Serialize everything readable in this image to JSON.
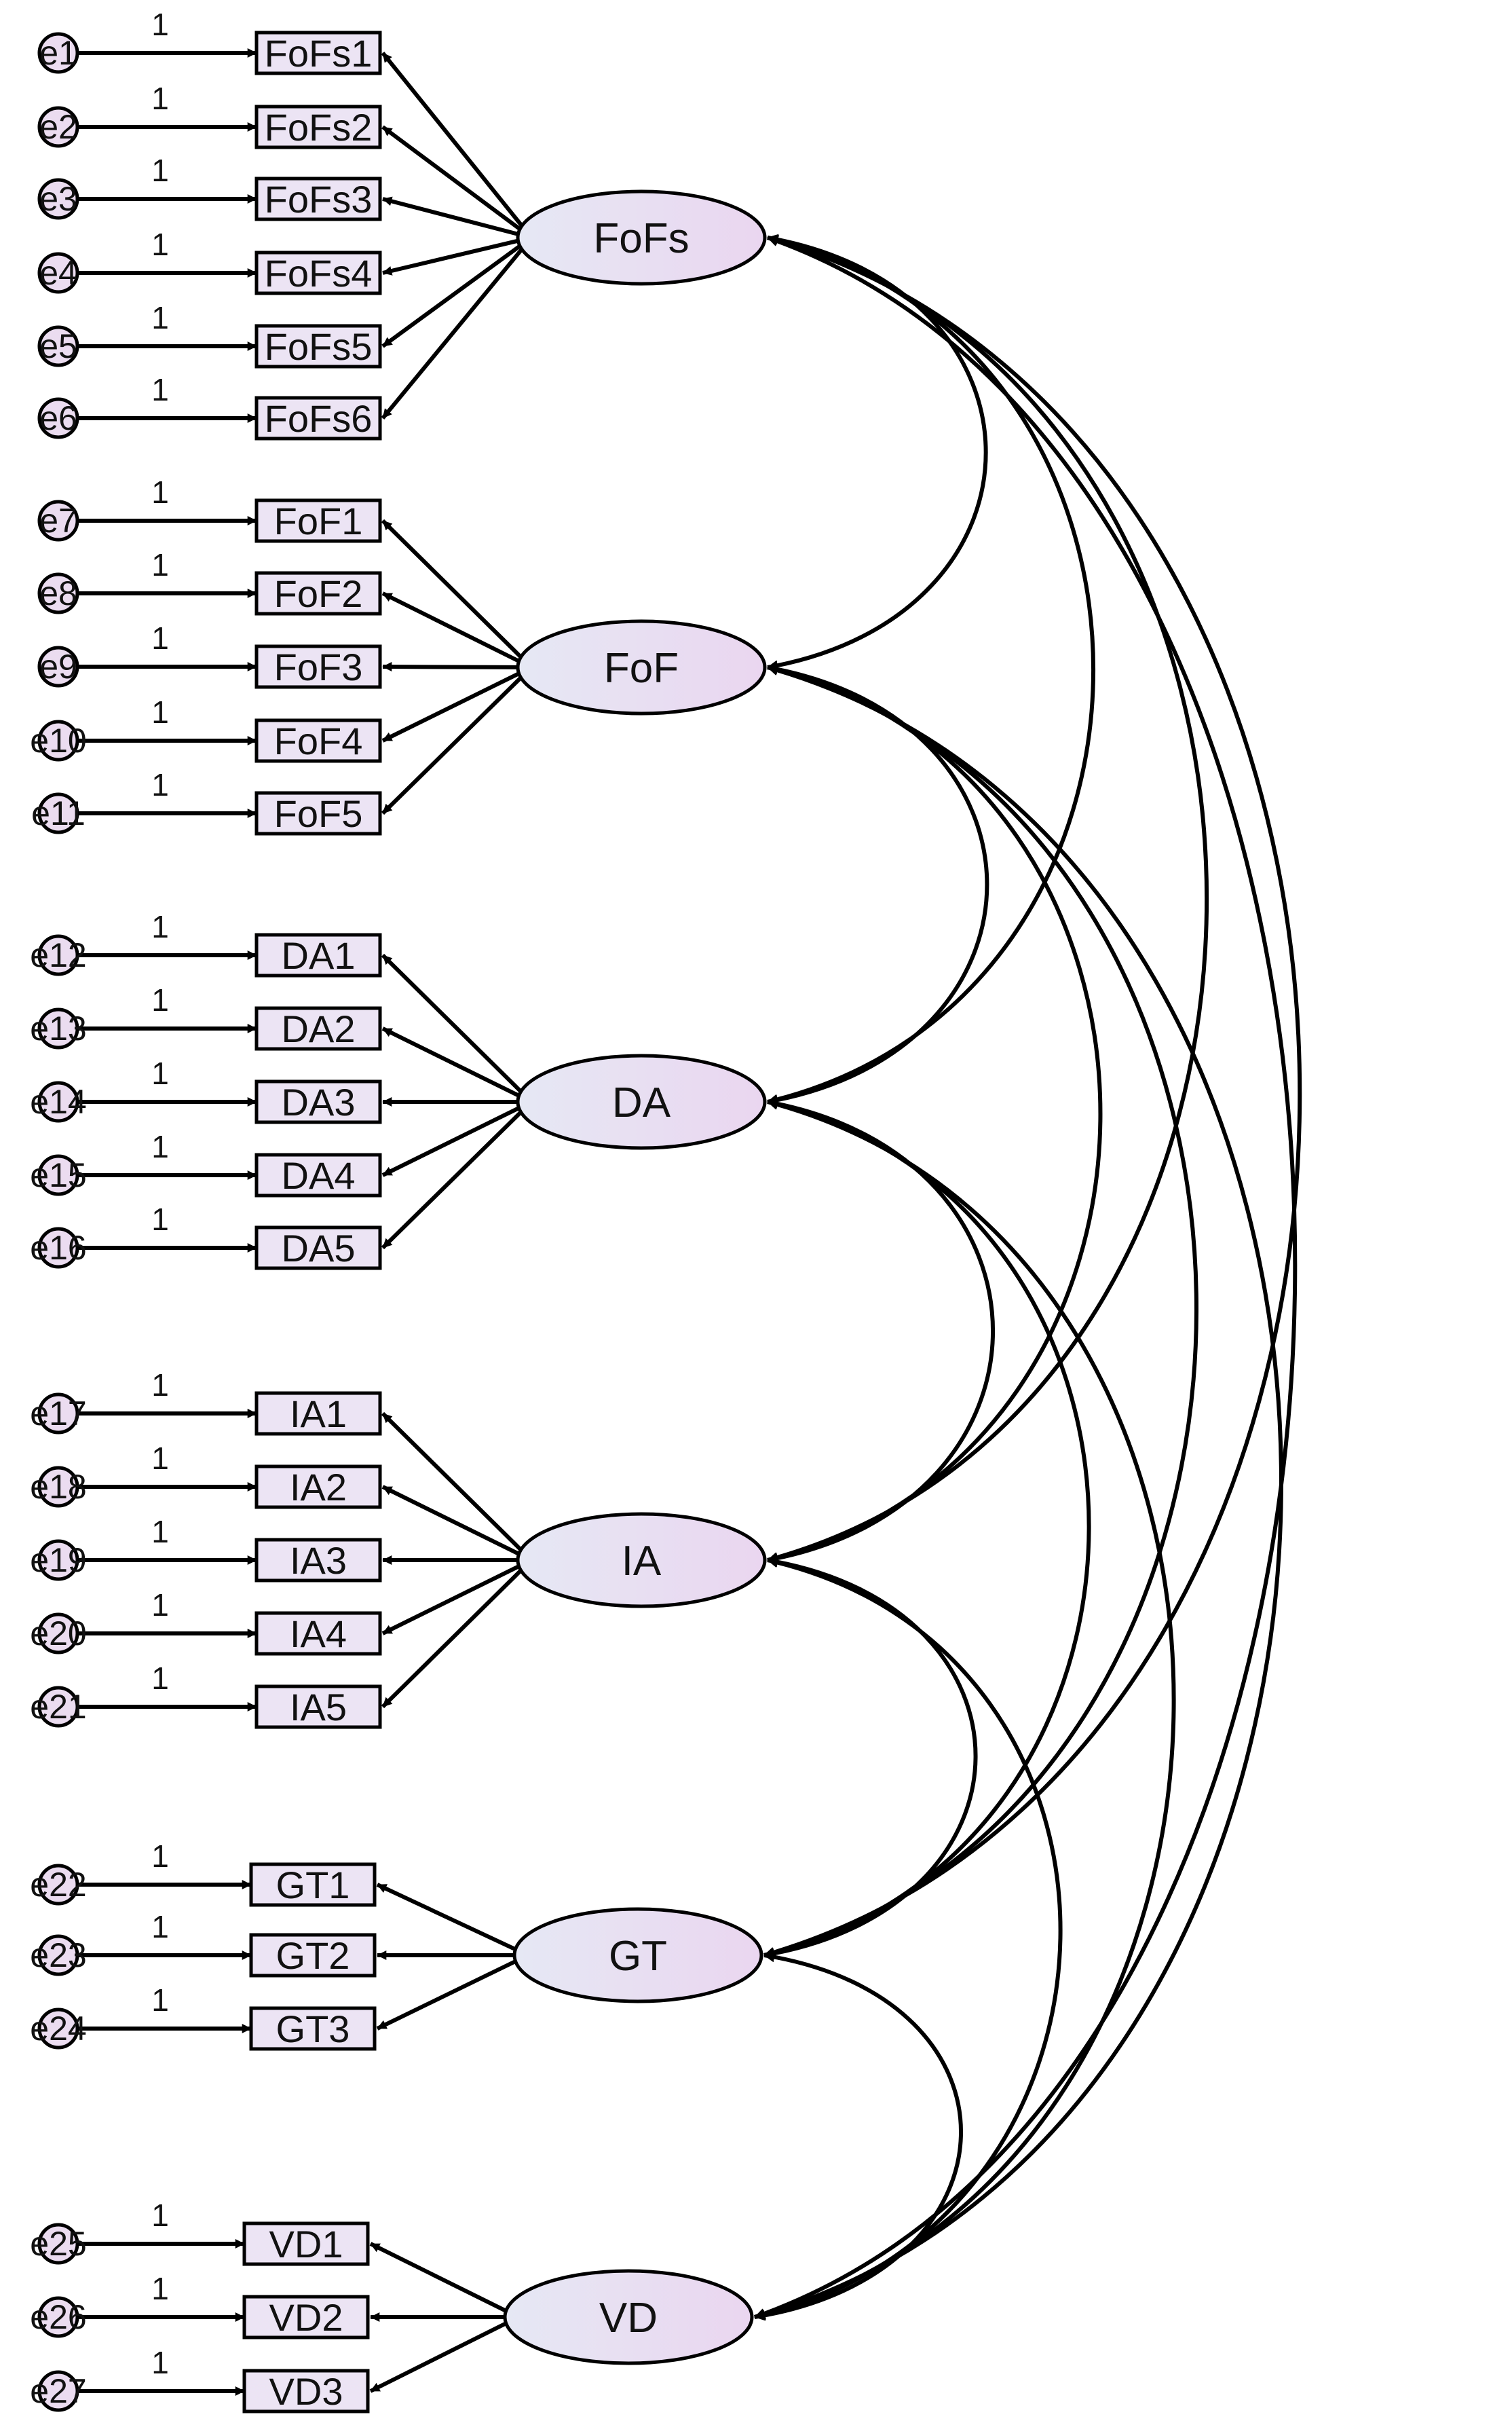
{
  "diagram": {
    "loading_label": "1",
    "latents": [
      {
        "id": "FoFs",
        "label": "FoFs",
        "indicators": [
          {
            "label": "FoFs1",
            "error": "e1"
          },
          {
            "label": "FoFs2",
            "error": "e2"
          },
          {
            "label": "FoFs3",
            "error": "e3"
          },
          {
            "label": "FoFs4",
            "error": "e4"
          },
          {
            "label": "FoFs5",
            "error": "e5"
          },
          {
            "label": "FoFs6",
            "error": "e6"
          }
        ]
      },
      {
        "id": "FoF",
        "label": "FoF",
        "indicators": [
          {
            "label": "FoF1",
            "error": "e7"
          },
          {
            "label": "FoF2",
            "error": "e8"
          },
          {
            "label": "FoF3",
            "error": "e9"
          },
          {
            "label": "FoF4",
            "error": "e10"
          },
          {
            "label": "FoF5",
            "error": "e11"
          }
        ]
      },
      {
        "id": "DA",
        "label": "DA",
        "indicators": [
          {
            "label": "DA1",
            "error": "e12"
          },
          {
            "label": "DA2",
            "error": "e13"
          },
          {
            "label": "DA3",
            "error": "e14"
          },
          {
            "label": "DA4",
            "error": "e15"
          },
          {
            "label": "DA5",
            "error": "e16"
          }
        ]
      },
      {
        "id": "IA",
        "label": "IA",
        "indicators": [
          {
            "label": "IA1",
            "error": "e17"
          },
          {
            "label": "IA2",
            "error": "e18"
          },
          {
            "label": "IA3",
            "error": "e19"
          },
          {
            "label": "IA4",
            "error": "e20"
          },
          {
            "label": "IA5",
            "error": "e21"
          }
        ]
      },
      {
        "id": "GT",
        "label": "GT",
        "indicators": [
          {
            "label": "GT1",
            "error": "e22"
          },
          {
            "label": "GT2",
            "error": "e23"
          },
          {
            "label": "GT3",
            "error": "e24"
          }
        ]
      },
      {
        "id": "VD",
        "label": "VD",
        "indicators": [
          {
            "label": "VD1",
            "error": "e25"
          },
          {
            "label": "VD2",
            "error": "e26"
          },
          {
            "label": "VD3",
            "error": "e27"
          }
        ]
      }
    ],
    "covariances": [
      [
        "FoFs",
        "FoF"
      ],
      [
        "FoFs",
        "DA"
      ],
      [
        "FoFs",
        "IA"
      ],
      [
        "FoFs",
        "GT"
      ],
      [
        "FoFs",
        "VD"
      ],
      [
        "FoF",
        "DA"
      ],
      [
        "FoF",
        "IA"
      ],
      [
        "FoF",
        "GT"
      ],
      [
        "FoF",
        "VD"
      ],
      [
        "DA",
        "IA"
      ],
      [
        "DA",
        "GT"
      ],
      [
        "DA",
        "VD"
      ],
      [
        "IA",
        "GT"
      ],
      [
        "IA",
        "VD"
      ],
      [
        "GT",
        "VD"
      ]
    ],
    "colors": {
      "line": "#000000",
      "box_fill": "#ece4f4",
      "latent_fill_start": "#e6e8f4",
      "latent_fill_end": "#ead6f0",
      "error_fill": "#ebdcf0"
    }
  }
}
